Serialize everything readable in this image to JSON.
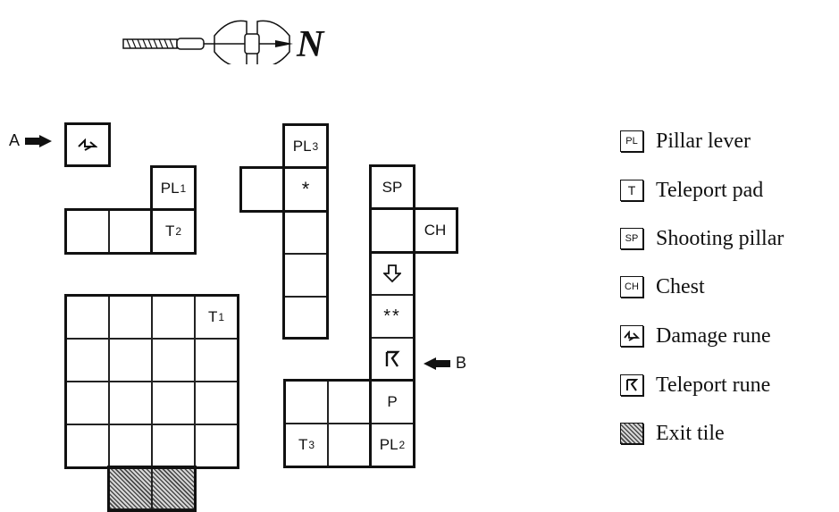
{
  "compass": {
    "north_label": "N"
  },
  "markers": {
    "a": "A",
    "b": "B"
  },
  "tiles": {
    "pl1": "PL",
    "pl1_sup": "1",
    "t2": "T",
    "t2_sup": "2",
    "pl3": "PL",
    "pl3_sup": "3",
    "star": "*",
    "sp": "SP",
    "ch": "CH",
    "double_star": "**",
    "p": "P",
    "pl2": "PL",
    "pl2_sup": "2",
    "t1": "T",
    "t1_sup": "1",
    "t3": "T",
    "t3_sup": "3"
  },
  "legend": [
    {
      "symbol": "PL",
      "label": "Pillar lever"
    },
    {
      "symbol": "T",
      "label": "Teleport pad"
    },
    {
      "symbol": "SP",
      "label": "Shooting pillar"
    },
    {
      "symbol": "CH",
      "label": "Chest"
    },
    {
      "symbol": "damage-rune-icon",
      "label": "Damage rune"
    },
    {
      "symbol": "teleport-rune-icon",
      "label": "Teleport rune"
    },
    {
      "symbol": "exit-tile-swatch",
      "label": "Exit tile"
    }
  ]
}
